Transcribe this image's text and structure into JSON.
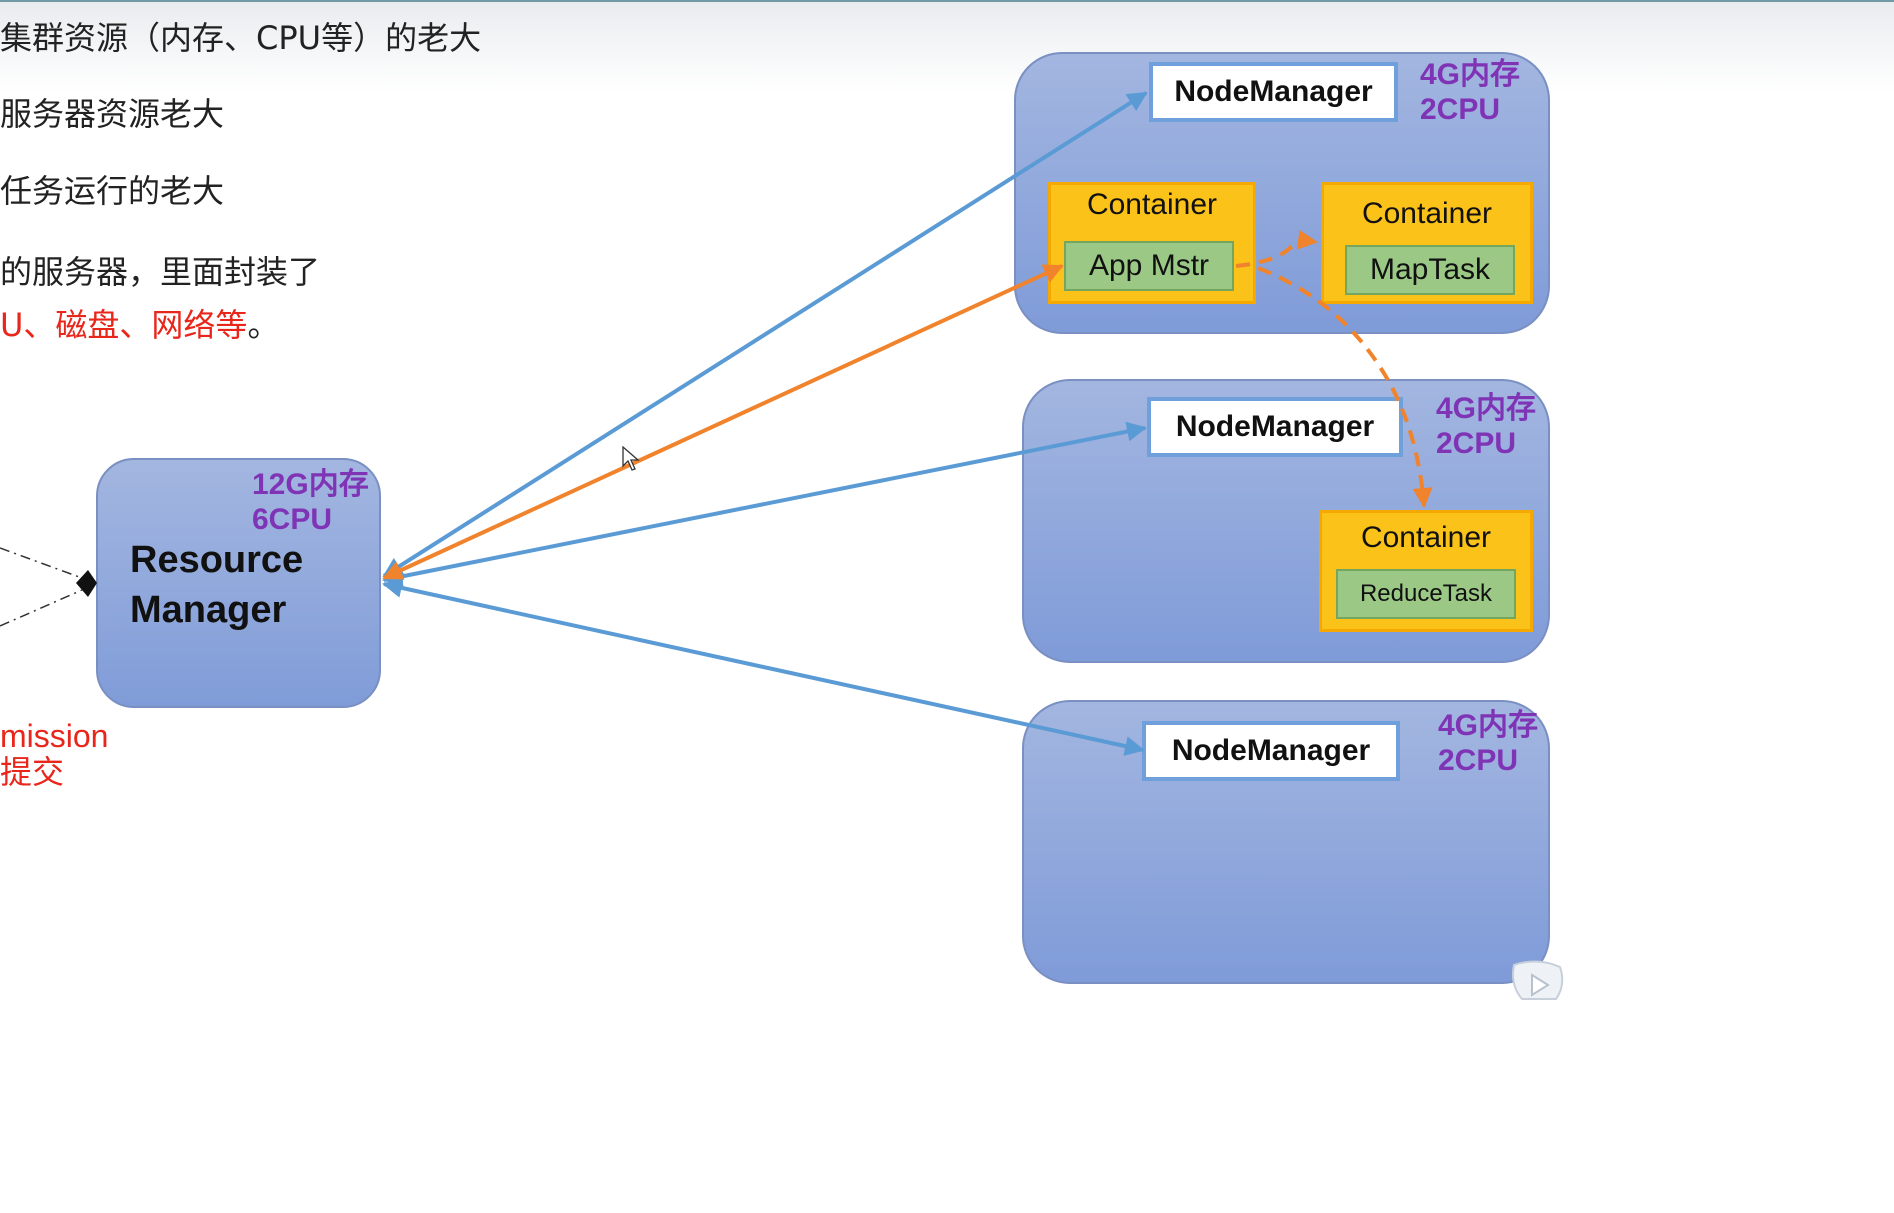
{
  "text_lines": [
    "集群资源（内存、CPU等）的老大",
    "服务器资源老大",
    "任务运行的老大",
    "的服务器，里面封装了",
    "U、磁盘、网络等",
    "。",
    "mission",
    "提交"
  ],
  "resource_manager": {
    "label": "Resource\nManager",
    "spec": "12G内存\n6CPU"
  },
  "nodes": [
    {
      "title": "NodeManager",
      "spec": "4G内存\n2CPU",
      "containers": [
        {
          "title": "Container",
          "task": "App Mstr"
        },
        {
          "title": "Container",
          "task": "MapTask"
        }
      ]
    },
    {
      "title": "NodeManager",
      "spec": "4G内存\n2CPU",
      "containers": [
        {
          "title": "Container",
          "task": "ReduceTask"
        }
      ]
    },
    {
      "title": "NodeManager",
      "spec": "4G内存\n2CPU",
      "containers": []
    }
  ],
  "colors": {
    "node_fill": "#8fa8dc",
    "container_fill": "#fbc21a",
    "task_fill": "#9cc886",
    "spec_text": "#7f33b5",
    "highlight_text": "#e8261b",
    "arrow_blue": "#5b9bd5",
    "arrow_orange": "#f0832b"
  },
  "icons": {
    "cursor": "mouse-pointer-icon",
    "player": "play-button-icon"
  }
}
